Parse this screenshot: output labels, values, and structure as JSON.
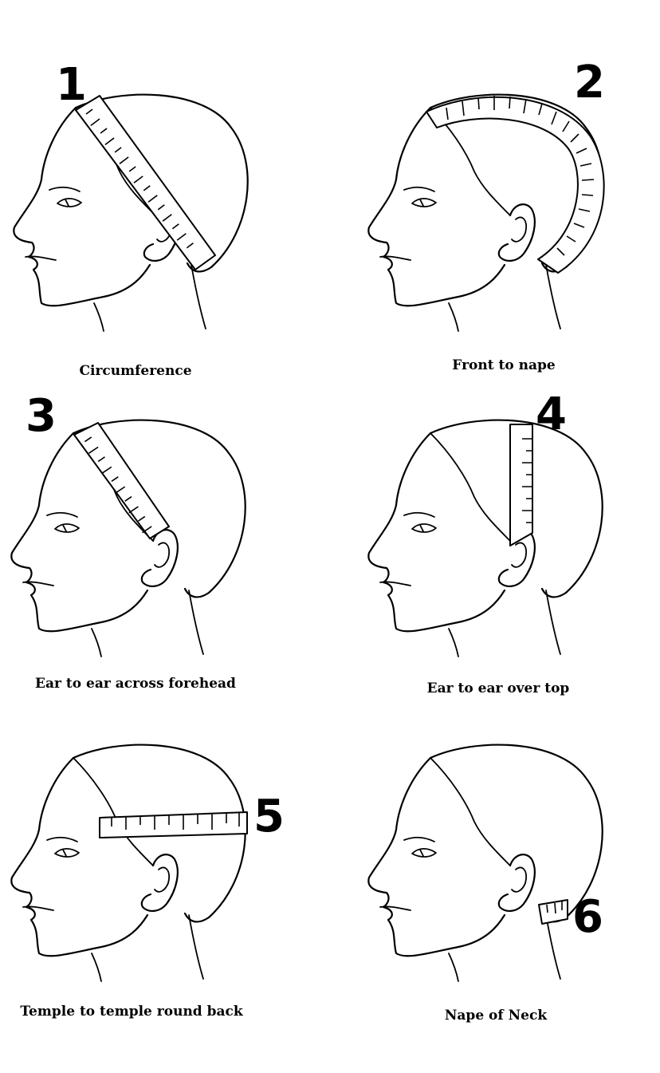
{
  "diagrams": [
    {
      "number": "1",
      "caption": "Circumference"
    },
    {
      "number": "2",
      "caption": "Front to nape"
    },
    {
      "number": "3",
      "caption": "Ear to ear across forehead"
    },
    {
      "number": "4",
      "caption": "Ear to ear over top"
    },
    {
      "number": "5",
      "caption": "Temple to temple round back"
    },
    {
      "number": "6",
      "caption": "Nape of Neck"
    }
  ]
}
